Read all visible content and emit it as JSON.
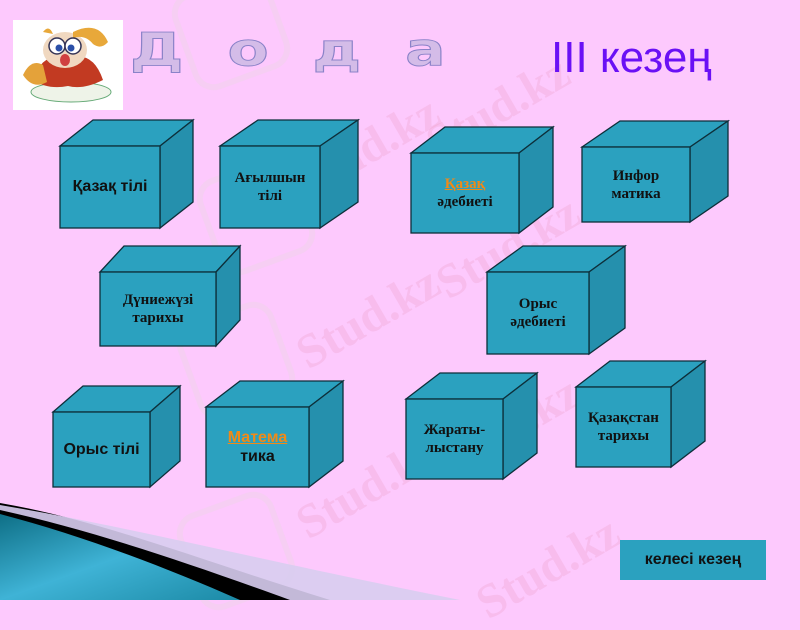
{
  "header": {
    "title": "Дода",
    "stage": "III кезең"
  },
  "colors": {
    "background": "#fdc9fd",
    "cube_front": "#2ba1bf",
    "cube_side": "#2590ad",
    "cube_top": "#2ba1bf",
    "stage_title": "#6a10f5",
    "link": "#f08a18"
  },
  "cubes": [
    {
      "id": "kazakh-language",
      "lines": [
        "Қазақ тілі"
      ],
      "font": "sans",
      "link_first_line": false
    },
    {
      "id": "english-language",
      "lines": [
        "Ағылшын",
        "тілі"
      ],
      "font": "serif",
      "link_first_line": false
    },
    {
      "id": "kazakh-literature",
      "lines": [
        "Қазақ",
        "әдебиеті"
      ],
      "font": "serif",
      "link_first_line": true
    },
    {
      "id": "informatics",
      "lines": [
        "Инфор",
        "матика"
      ],
      "font": "serif",
      "link_first_line": false
    },
    {
      "id": "world-history",
      "lines": [
        "Дүниежүзі",
        "тарихы"
      ],
      "font": "serif",
      "link_first_line": false
    },
    {
      "id": "russian-literature",
      "lines": [
        "Орыс",
        "әдебиеті"
      ],
      "font": "serif",
      "link_first_line": false
    },
    {
      "id": "russian-language",
      "lines": [
        "Орыс тілі"
      ],
      "font": "sans",
      "link_first_line": false
    },
    {
      "id": "mathematics",
      "lines": [
        "Матема",
        "тика"
      ],
      "font": "sans",
      "link_first_line": true
    },
    {
      "id": "natural-science",
      "lines": [
        "Жараты-",
        "лыстану"
      ],
      "font": "serif",
      "link_first_line": false
    },
    {
      "id": "kazakhstan-history",
      "lines": [
        "Қазақстан",
        "тарихы"
      ],
      "font": "serif",
      "link_first_line": false
    }
  ],
  "next_button": {
    "label": "келесі кезең"
  },
  "watermark": {
    "text": "Stud.kz"
  }
}
